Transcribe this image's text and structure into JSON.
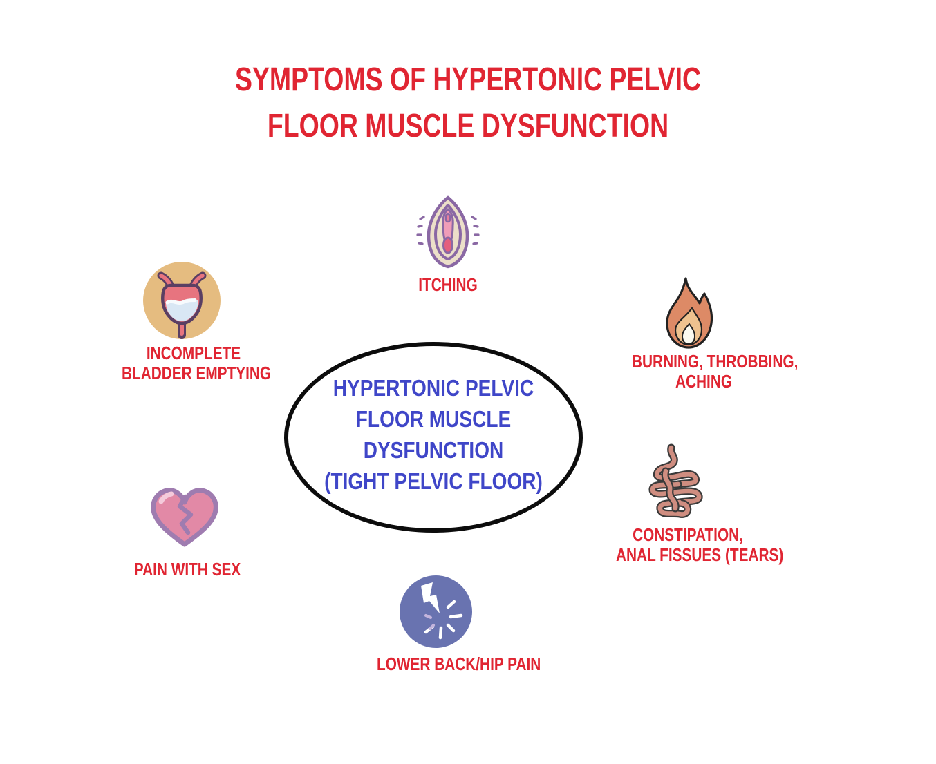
{
  "title": {
    "lines": [
      "SYMPTOMS OF HYPERTONIC PELVIC",
      "FLOOR MUSCLE DYSFUNCTION"
    ]
  },
  "center_bubble": {
    "lines": [
      "HYPERTONIC PELVIC",
      "FLOOR MUSCLE",
      "DYSFUNCTION",
      "(TIGHT PELVIC FLOOR)"
    ]
  },
  "symptoms": [
    {
      "name": "itching",
      "icon": "vulva-icon",
      "lines": [
        "ITCHING"
      ]
    },
    {
      "name": "incomplete-bladder-emptying",
      "icon": "bladder-icon",
      "lines": [
        "INCOMPLETE",
        "BLADDER EMPTYING"
      ]
    },
    {
      "name": "burning-throbbing-aching",
      "icon": "flame-icon",
      "lines": [
        "BURNING, THROBBING,",
        "ACHING"
      ]
    },
    {
      "name": "pain-with-sex",
      "icon": "broken-heart-icon",
      "lines": [
        "PAIN WITH SEX"
      ]
    },
    {
      "name": "constipation-anal-fissues",
      "icon": "intestines-icon",
      "lines": [
        "CONSTIPATION,",
        "ANAL FISSUES (TEARS)"
      ]
    },
    {
      "name": "lower-back-hip-pain",
      "icon": "lightning-icon",
      "lines": [
        "LOWER BACK/HIP PAIN"
      ]
    }
  ],
  "colors": {
    "background": "#ffffff",
    "text_red": "#e02532",
    "center_text_blue": "#3f46c8",
    "ellipse_border": "#0c0c0c",
    "bladder_circle_tan": "#e5bc80",
    "lightning_circle_blue": "#6973b0"
  }
}
